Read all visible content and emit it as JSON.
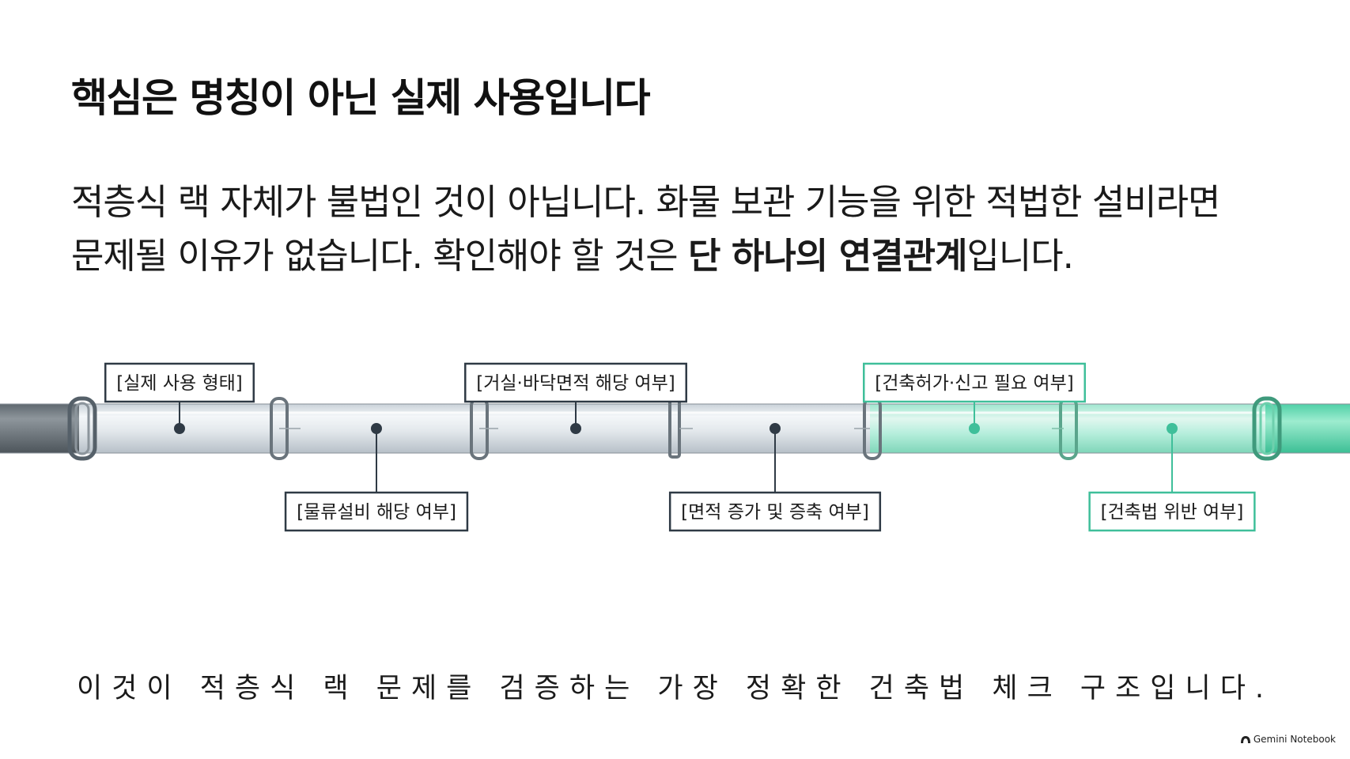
{
  "title": "핵심은 명칭이 아닌 실제 사용입니다",
  "body": {
    "line1": "적층식 랙 자체가 불법인 것이 아닙니다. 화물 보관 기능을 위한 적법한 설비라면",
    "line2_normal": "문제될 이유가 없습니다. 확인해야 할 것은 ",
    "line2_bold": "단 하나의 연결관계",
    "line2_tail": "입니다."
  },
  "diagram": {
    "nodes": [
      {
        "label": "[실제 사용 형태]",
        "position": "above",
        "color": "#2f3a45"
      },
      {
        "label": "[물류설비 해당 여부]",
        "position": "below",
        "color": "#2f3a45"
      },
      {
        "label": "[거실·바닥면적 해당 여부]",
        "position": "above",
        "color": "#2f3a45"
      },
      {
        "label": "[면적 증가 및 증축 여부]",
        "position": "below",
        "color": "#2f3a45"
      },
      {
        "label": "[건축허가·신고 필요 여부]",
        "position": "above",
        "color": "#3fbf9a"
      },
      {
        "label": "[건축법 위반 여부]",
        "position": "below",
        "color": "#3fbf9a"
      }
    ],
    "colors": {
      "pipe_dark": "#6c757c",
      "pipe_glass": "#dfe5ea",
      "pipe_green": "#6fdcb8",
      "label_dark": "#2f3a45",
      "label_green": "#3fbf9a"
    }
  },
  "footer": "이것이 적층식 랙 문제를 검증하는 가장 정확한 건축법 체크 구조입니다.",
  "brand": "Gemini Notebook"
}
